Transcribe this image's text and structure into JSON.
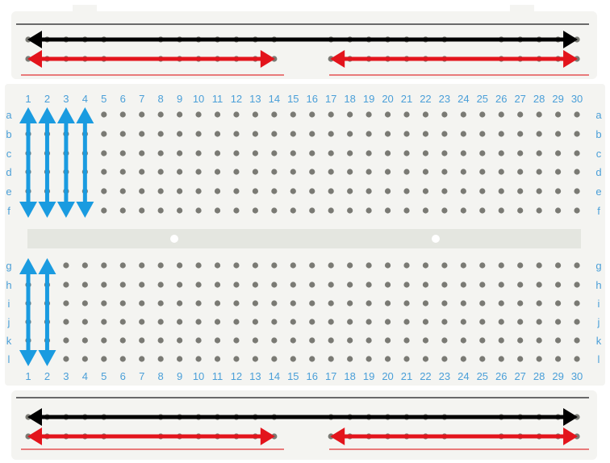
{
  "board": {
    "column_numbers": [
      "1",
      "2",
      "3",
      "4",
      "5",
      "6",
      "7",
      "8",
      "9",
      "10",
      "11",
      "12",
      "13",
      "14",
      "15",
      "16",
      "17",
      "18",
      "19",
      "20",
      "21",
      "22",
      "23",
      "24",
      "25",
      "26",
      "27",
      "28",
      "29",
      "30"
    ],
    "top_row_letters": [
      "a",
      "b",
      "c",
      "d",
      "e",
      "f"
    ],
    "bottom_row_letters": [
      "g",
      "h",
      "i",
      "j",
      "k",
      "l"
    ]
  },
  "colors": {
    "label_blue": "#4a9fd8",
    "arrow_blue": "#1a9be0",
    "arrow_red": "#e3141c",
    "arrow_black": "#000000",
    "rail_red_line": "#e87a7a",
    "rail_dark_line": "#6a6a6a",
    "hole": "#7a7a74",
    "board_body": "#f4f4f1",
    "center_channel": "#e4e6e0"
  },
  "arrows": {
    "rail_rows": [
      {
        "color_key": "arrow_black",
        "from_col": 1,
        "to_col": 30,
        "rail": "top",
        "line": 1
      },
      {
        "color_key": "arrow_red",
        "from_col": 1,
        "to_col": 14,
        "rail": "top",
        "line": 2
      },
      {
        "color_key": "arrow_red",
        "from_col": 17,
        "to_col": 30,
        "rail": "top",
        "line": 2
      },
      {
        "color_key": "arrow_black",
        "from_col": 1,
        "to_col": 30,
        "rail": "bottom",
        "line": 1
      },
      {
        "color_key": "arrow_red",
        "from_col": 1,
        "to_col": 14,
        "rail": "bottom",
        "line": 2
      },
      {
        "color_key": "arrow_red",
        "from_col": 17,
        "to_col": 30,
        "rail": "bottom",
        "line": 2
      }
    ],
    "column_groups": [
      {
        "half": "top",
        "columns": [
          1,
          2,
          3,
          4
        ]
      },
      {
        "half": "bottom",
        "columns": [
          1,
          2
        ]
      }
    ]
  }
}
